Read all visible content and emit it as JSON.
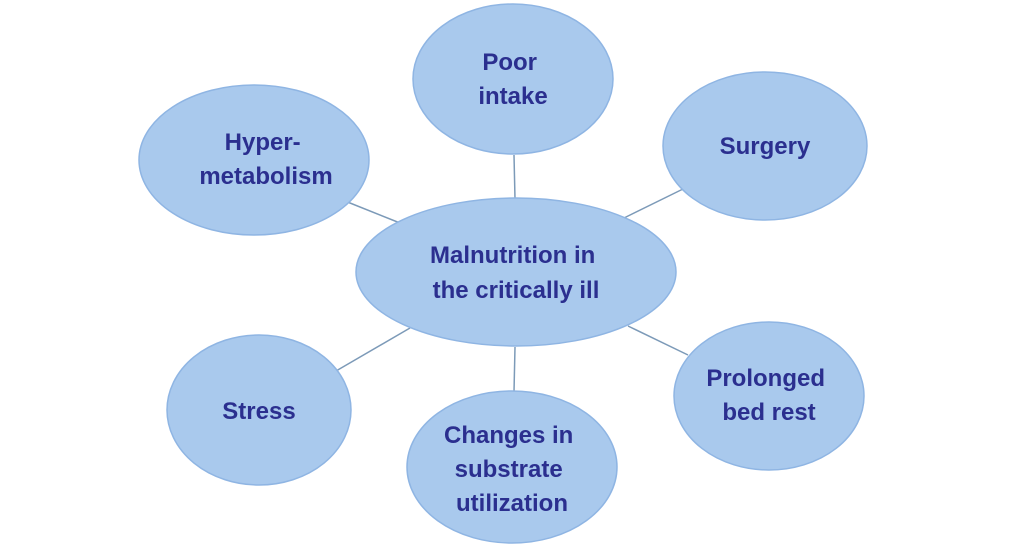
{
  "diagram": {
    "center": {
      "lines": [
        "Malnutrition in",
        "the critically ill"
      ]
    },
    "causes": [
      {
        "id": "poor-intake",
        "lines": [
          "Poor",
          "intake"
        ]
      },
      {
        "id": "surgery",
        "lines": [
          "Surgery"
        ]
      },
      {
        "id": "prolonged-bed-rest",
        "lines": [
          "Prolonged",
          "bed rest"
        ]
      },
      {
        "id": "changes-in-substrate-utilization",
        "lines": [
          "Changes in",
          "substrate",
          "utilization"
        ]
      },
      {
        "id": "stress",
        "lines": [
          "Stress"
        ]
      },
      {
        "id": "hypermetabolism",
        "lines": [
          "Hyper-",
          "metabolism"
        ]
      }
    ],
    "colors": {
      "bubble_fill": "#a9c9ed",
      "bubble_stroke": "#8fb5e3",
      "text": "#2b2f8f",
      "connector": "#7c9ab8"
    }
  }
}
